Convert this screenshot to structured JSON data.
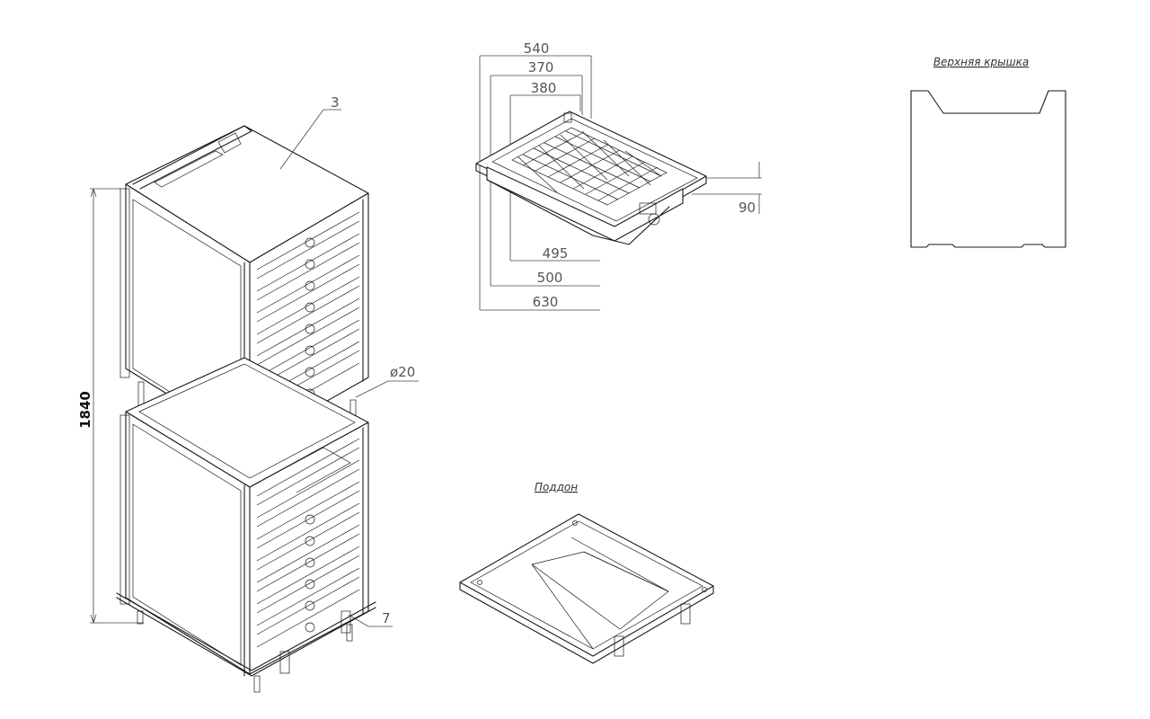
{
  "cabinet": {
    "height_label": "1840",
    "callout_top": "3",
    "callout_pin": "ø20",
    "callout_bottom": "7"
  },
  "tray": {
    "dim_540": "540",
    "dim_370": "370",
    "dim_380": "380",
    "dim_495": "495",
    "dim_500": "500",
    "dim_630": "630",
    "dim_90": "90"
  },
  "top_cover": {
    "caption": "Верхняя крышка"
  },
  "bottom_pan": {
    "caption": "Поддон"
  },
  "colors": {
    "line": "#1a1a1a",
    "label": "#555555",
    "background": "#ffffff"
  }
}
